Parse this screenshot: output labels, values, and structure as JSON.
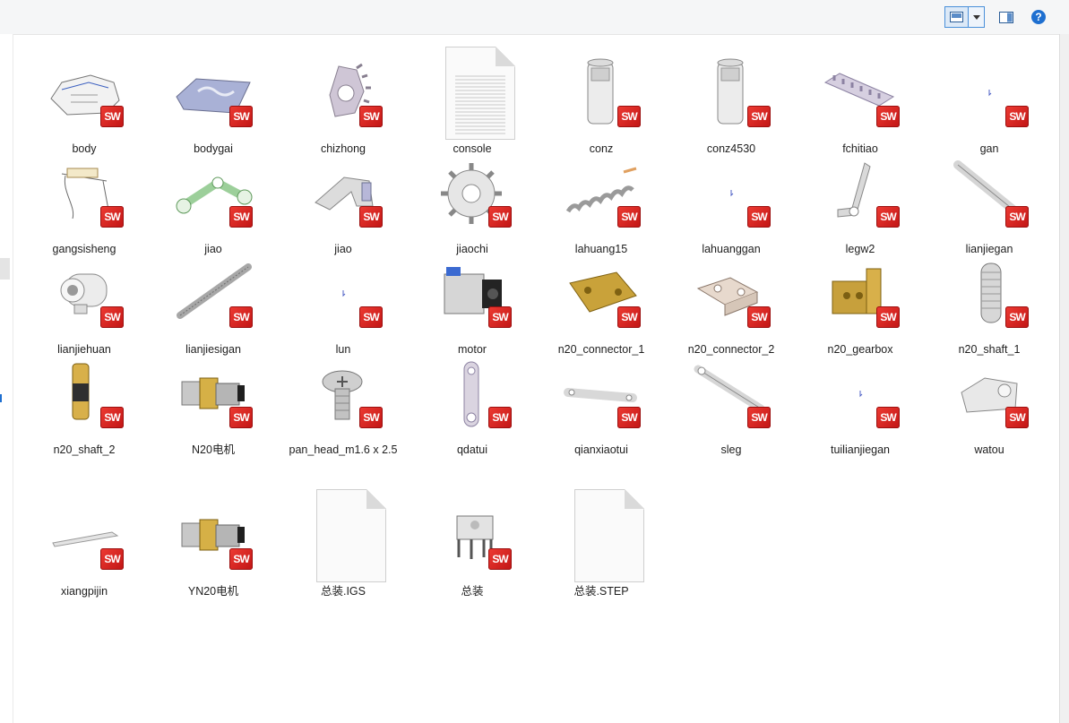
{
  "toolbar": {
    "view_icon": "change-view-icon",
    "dropdown_icon": "chevron-down-icon",
    "preview_icon": "preview-pane-icon",
    "help_icon": "help-icon",
    "help_glyph": "?"
  },
  "sw_badge": "SW",
  "colors": {
    "accent": "#1e6fd0",
    "sw_red": "#d8261e"
  },
  "files": [
    {
      "name": "body",
      "type": "solidworks",
      "icon": "car-body-shell"
    },
    {
      "name": "bodygai",
      "type": "solidworks",
      "icon": "body-cover-plate"
    },
    {
      "name": "chizhong",
      "type": "solidworks",
      "icon": "gear-sector"
    },
    {
      "name": "console",
      "type": "text",
      "icon": "text-document"
    },
    {
      "name": "conz",
      "type": "solidworks",
      "icon": "cylinder-clevis"
    },
    {
      "name": "conz4530",
      "type": "solidworks",
      "icon": "cylinder-clevis"
    },
    {
      "name": "fchitiao",
      "type": "solidworks",
      "icon": "gear-rack"
    },
    {
      "name": "gan",
      "type": "solidworks",
      "icon": "empty-part"
    },
    {
      "name": "gangsisheng",
      "type": "solidworks",
      "icon": "wire-rope"
    },
    {
      "name": "jiao",
      "type": "solidworks",
      "icon": "leg-linkage"
    },
    {
      "name": "jiao",
      "type": "solidworks",
      "icon": "foot-bracket"
    },
    {
      "name": "jiaochi",
      "type": "solidworks",
      "icon": "spur-gear"
    },
    {
      "name": "lahuang15",
      "type": "solidworks",
      "icon": "tension-spring"
    },
    {
      "name": "lahuanggan",
      "type": "solidworks",
      "icon": "empty-part"
    },
    {
      "name": "legw2",
      "type": "solidworks",
      "icon": "crank-arm"
    },
    {
      "name": "lianjiegan",
      "type": "solidworks",
      "icon": "connecting-rod"
    },
    {
      "name": "lianjiehuan",
      "type": "solidworks",
      "icon": "ring-coupler"
    },
    {
      "name": "lianjiesigan",
      "type": "solidworks",
      "icon": "threaded-rod"
    },
    {
      "name": "lun",
      "type": "solidworks",
      "icon": "empty-part"
    },
    {
      "name": "motor",
      "type": "solidworks",
      "icon": "motor-box"
    },
    {
      "name": "n20_connector_1",
      "type": "solidworks",
      "icon": "brass-plate"
    },
    {
      "name": "n20_connector_2",
      "type": "solidworks",
      "icon": "angle-bracket"
    },
    {
      "name": "n20_gearbox",
      "type": "solidworks",
      "icon": "brass-gearbox"
    },
    {
      "name": "n20_shaft_1",
      "type": "solidworks",
      "icon": "knurled-shaft"
    },
    {
      "name": "n20_shaft_2",
      "type": "solidworks",
      "icon": "d-shaft"
    },
    {
      "name": "N20电机",
      "type": "solidworks",
      "icon": "n20-motor"
    },
    {
      "name": "pan_head_m1.6 x 2.5",
      "type": "solidworks",
      "icon": "pan-head-screw"
    },
    {
      "name": "qdatui",
      "type": "solidworks",
      "icon": "thigh-link"
    },
    {
      "name": "qianxiaotui",
      "type": "solidworks",
      "icon": "shank-link"
    },
    {
      "name": "sleg",
      "type": "solidworks",
      "icon": "long-lever"
    },
    {
      "name": "tuilianjiegan",
      "type": "solidworks",
      "icon": "empty-part"
    },
    {
      "name": "watou",
      "type": "solidworks",
      "icon": "tile-head"
    },
    {
      "name": "xiangpijin",
      "type": "solidworks",
      "icon": "rubber-strip"
    },
    {
      "name": "YN20电机",
      "type": "solidworks",
      "icon": "n20-motor"
    },
    {
      "name": "总装.IGS",
      "type": "blank",
      "icon": "blank-document"
    },
    {
      "name": "总装",
      "type": "solidworks",
      "icon": "robot-assembly"
    },
    {
      "name": "总装.STEP",
      "type": "blank",
      "icon": "blank-document"
    }
  ]
}
